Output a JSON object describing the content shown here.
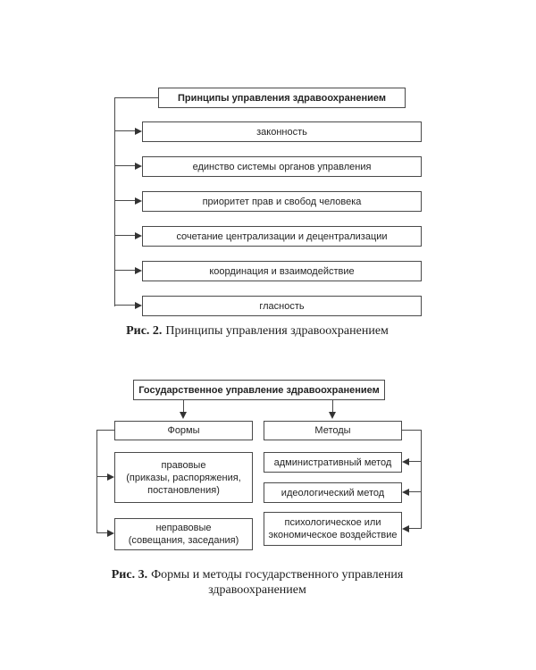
{
  "figure2": {
    "title": "Принципы управления здравоохранением",
    "items": [
      "законность",
      "единство системы органов управления",
      "приоритет прав и свобод человека",
      "сочетание централизации и децентрализации",
      "координация и взаимодействие",
      "гласность"
    ],
    "caption": {
      "label": "Рис. 2.",
      "text": "Принципы управления здравоохранением"
    }
  },
  "figure3": {
    "title": "Государственное управление здравоохранением",
    "forms": {
      "header": "Формы",
      "legal": {
        "line1": "правовые",
        "line2": "(приказы, распоряжения,",
        "line3": "постановления)"
      },
      "nonlegal": {
        "line1": "неправовые",
        "line2": "(совещания, заседания)"
      }
    },
    "methods": {
      "header": "Методы",
      "administrative": "административный метод",
      "ideological": "идеологический метод",
      "psychological": {
        "line1": "психологическое или",
        "line2": "экономическое воздействие"
      }
    },
    "caption": {
      "label": "Рис. 3.",
      "line1": "Формы и методы государственного управления",
      "line2": "здравоохранением"
    }
  },
  "colors": {
    "background": "#ffffff",
    "border": "#4a4a4a",
    "text": "#222222",
    "arrow": "#333333"
  }
}
